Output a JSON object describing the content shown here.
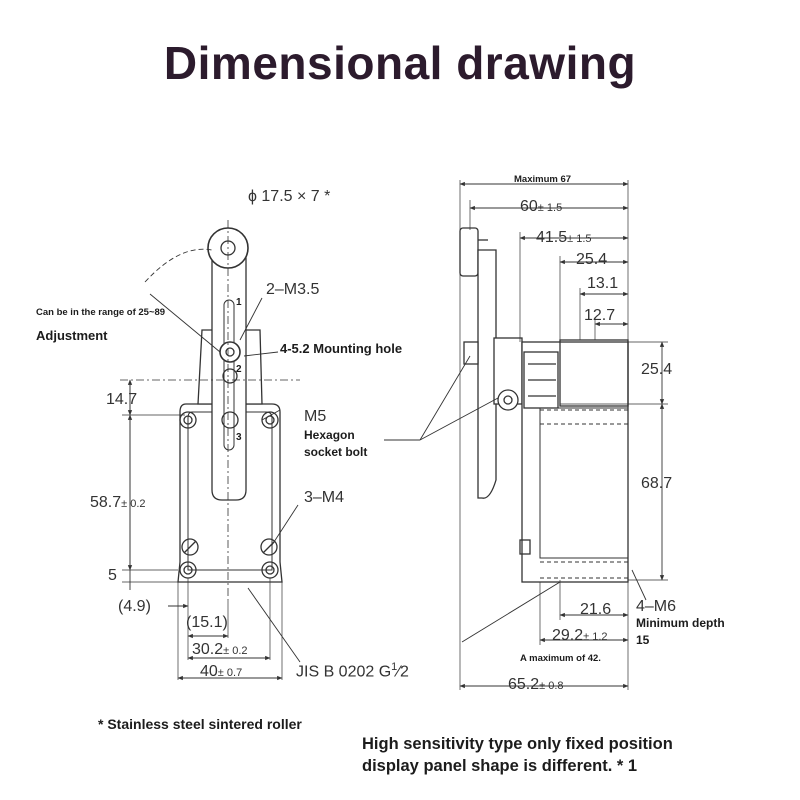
{
  "title": "Dimensional drawing",
  "front_view": {
    "roller_dim": "ϕ 17.5 × 7 *",
    "range_note": "Can be in the range of 25~89",
    "adjustment": "Adjustment",
    "m35": "2–M3.5",
    "mounting_hole": "4-5.2 Mounting hole",
    "m5": "M5",
    "hexagon": "Hexagon",
    "socket_bolt": "socket bolt",
    "m4": "3–M4",
    "d147": "14.7",
    "d587": "58.7",
    "d587_tol": "± 0.2",
    "d5": "5",
    "d49": "(4.9)",
    "d151": "(15.1)",
    "d302": "30.2",
    "d302_tol": "± 0.2",
    "d40": "40",
    "d40_tol": "± 0.7",
    "jis": "JIS B 0202 G",
    "jis_sup": "1",
    "jis_sub": "⁄2",
    "pos1": "1",
    "pos2": "2",
    "pos3": "3"
  },
  "side_view": {
    "max67": "Maximum 67",
    "d60": "60",
    "d60_tol": "± 1.5",
    "d415": "41.5",
    "d415_tol": "± 1.5",
    "d254a": "25.4",
    "d131": "13.1",
    "d127": "12.7",
    "d254b": "25.4",
    "d687": "68.7",
    "d216": "21.6",
    "m6": "4–M6",
    "min_depth": "Minimum depth",
    "depth15": "15",
    "d292": "29.2",
    "d292_tol": "± 1.2",
    "max42": "A maximum of 42.",
    "d652": "65.2",
    "d652_tol": "± 0.8"
  },
  "notes": {
    "roller": "* Stainless steel sintered roller",
    "sensitivity_line1": "High sensitivity type only fixed position",
    "sensitivity_line2": "display panel shape is different. * 1"
  }
}
